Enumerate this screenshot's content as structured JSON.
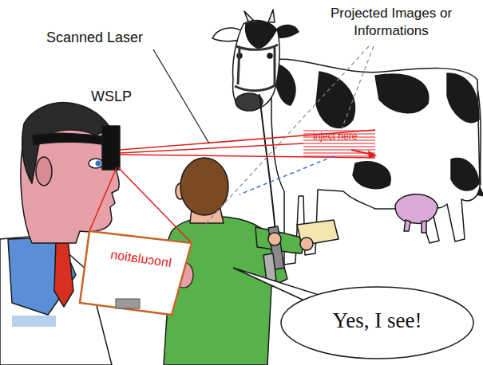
{
  "diagram": {
    "nodes": [
      {
        "text": [
          "Inoculation"
        ]
      },
      {
        "text": [
          "Yes, I see!"
        ]
      }
    ],
    "labels": [
      "Projected Images or Informations",
      "Scanned Laser",
      "WSLP",
      "inject here"
    ]
  }
}
